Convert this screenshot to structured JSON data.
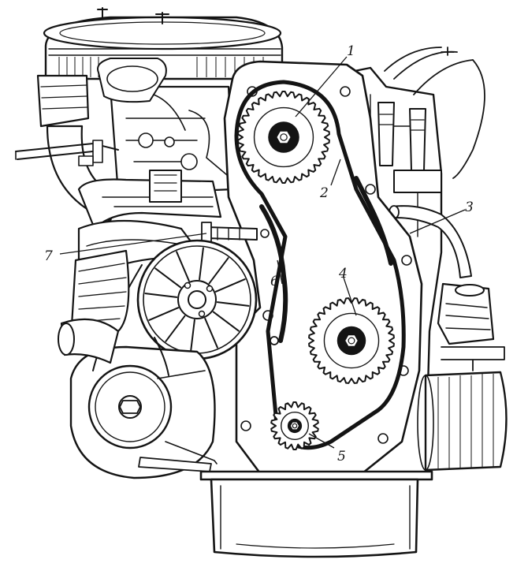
{
  "diagram": {
    "callouts": [
      {
        "id": "1",
        "label": "1"
      },
      {
        "id": "2",
        "label": "2"
      },
      {
        "id": "3",
        "label": "3"
      },
      {
        "id": "4",
        "label": "4"
      },
      {
        "id": "5",
        "label": "5"
      },
      {
        "id": "6",
        "label": "6"
      },
      {
        "id": "7",
        "label": "7"
      }
    ]
  },
  "colors": {
    "ink": "#141414",
    "paper": "#ffffff"
  }
}
